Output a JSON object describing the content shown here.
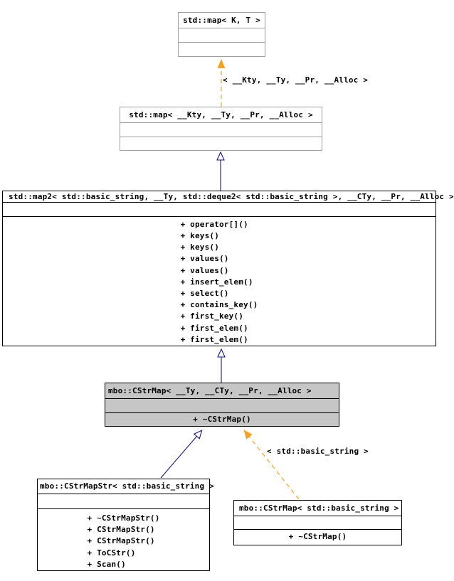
{
  "diagram": {
    "type": "uml-class-inheritance-graph",
    "colors": {
      "inheritance_edge": "#191970",
      "template_instantiation_edge": "#f2a226",
      "node_fill": "#ffffff",
      "current_node_fill": "#c6c6c6",
      "external_node_border": "#9e9e9e",
      "node_border": "#000000",
      "text": "#000000"
    },
    "nodes": [
      {
        "title": "std::map< K, T >",
        "methods": []
      },
      {
        "title": "std::map< __Kty, __Ty, __Pr, __Alloc >",
        "methods": []
      },
      {
        "title": "std::map2< std::basic_string, __Ty, std::deque2< std::basic_string >, __CTy, __Pr, __Alloc >",
        "methods": [
          "+ operator[]()",
          "+ keys()",
          "+ keys()",
          "+ values()",
          "+ values()",
          "+ insert_elem()",
          "+ select()",
          "+ contains_key()",
          "+ first_key()",
          "+ first_elem()",
          "+ first_elem()"
        ]
      },
      {
        "title": "mbo::CStrMap< __Ty, __CTy, __Pr, __Alloc >",
        "methods": [
          "+ ~CStrMap()"
        ]
      },
      {
        "title": "mbo::CStrMapStr< std::basic_string >",
        "methods": [
          "+ ~CStrMapStr()",
          "+ CStrMapStr()",
          "+ CStrMapStr()",
          "+ ToCStr()",
          "+ Scan()"
        ]
      },
      {
        "title": "mbo::CStrMap< std::basic_string >",
        "methods": [
          "+ ~CStrMap()"
        ]
      }
    ],
    "edge_labels": [
      {
        "text": "< __Kty, __Ty, __Pr, __Alloc >"
      },
      {
        "text": "< std::basic_string >"
      }
    ]
  }
}
